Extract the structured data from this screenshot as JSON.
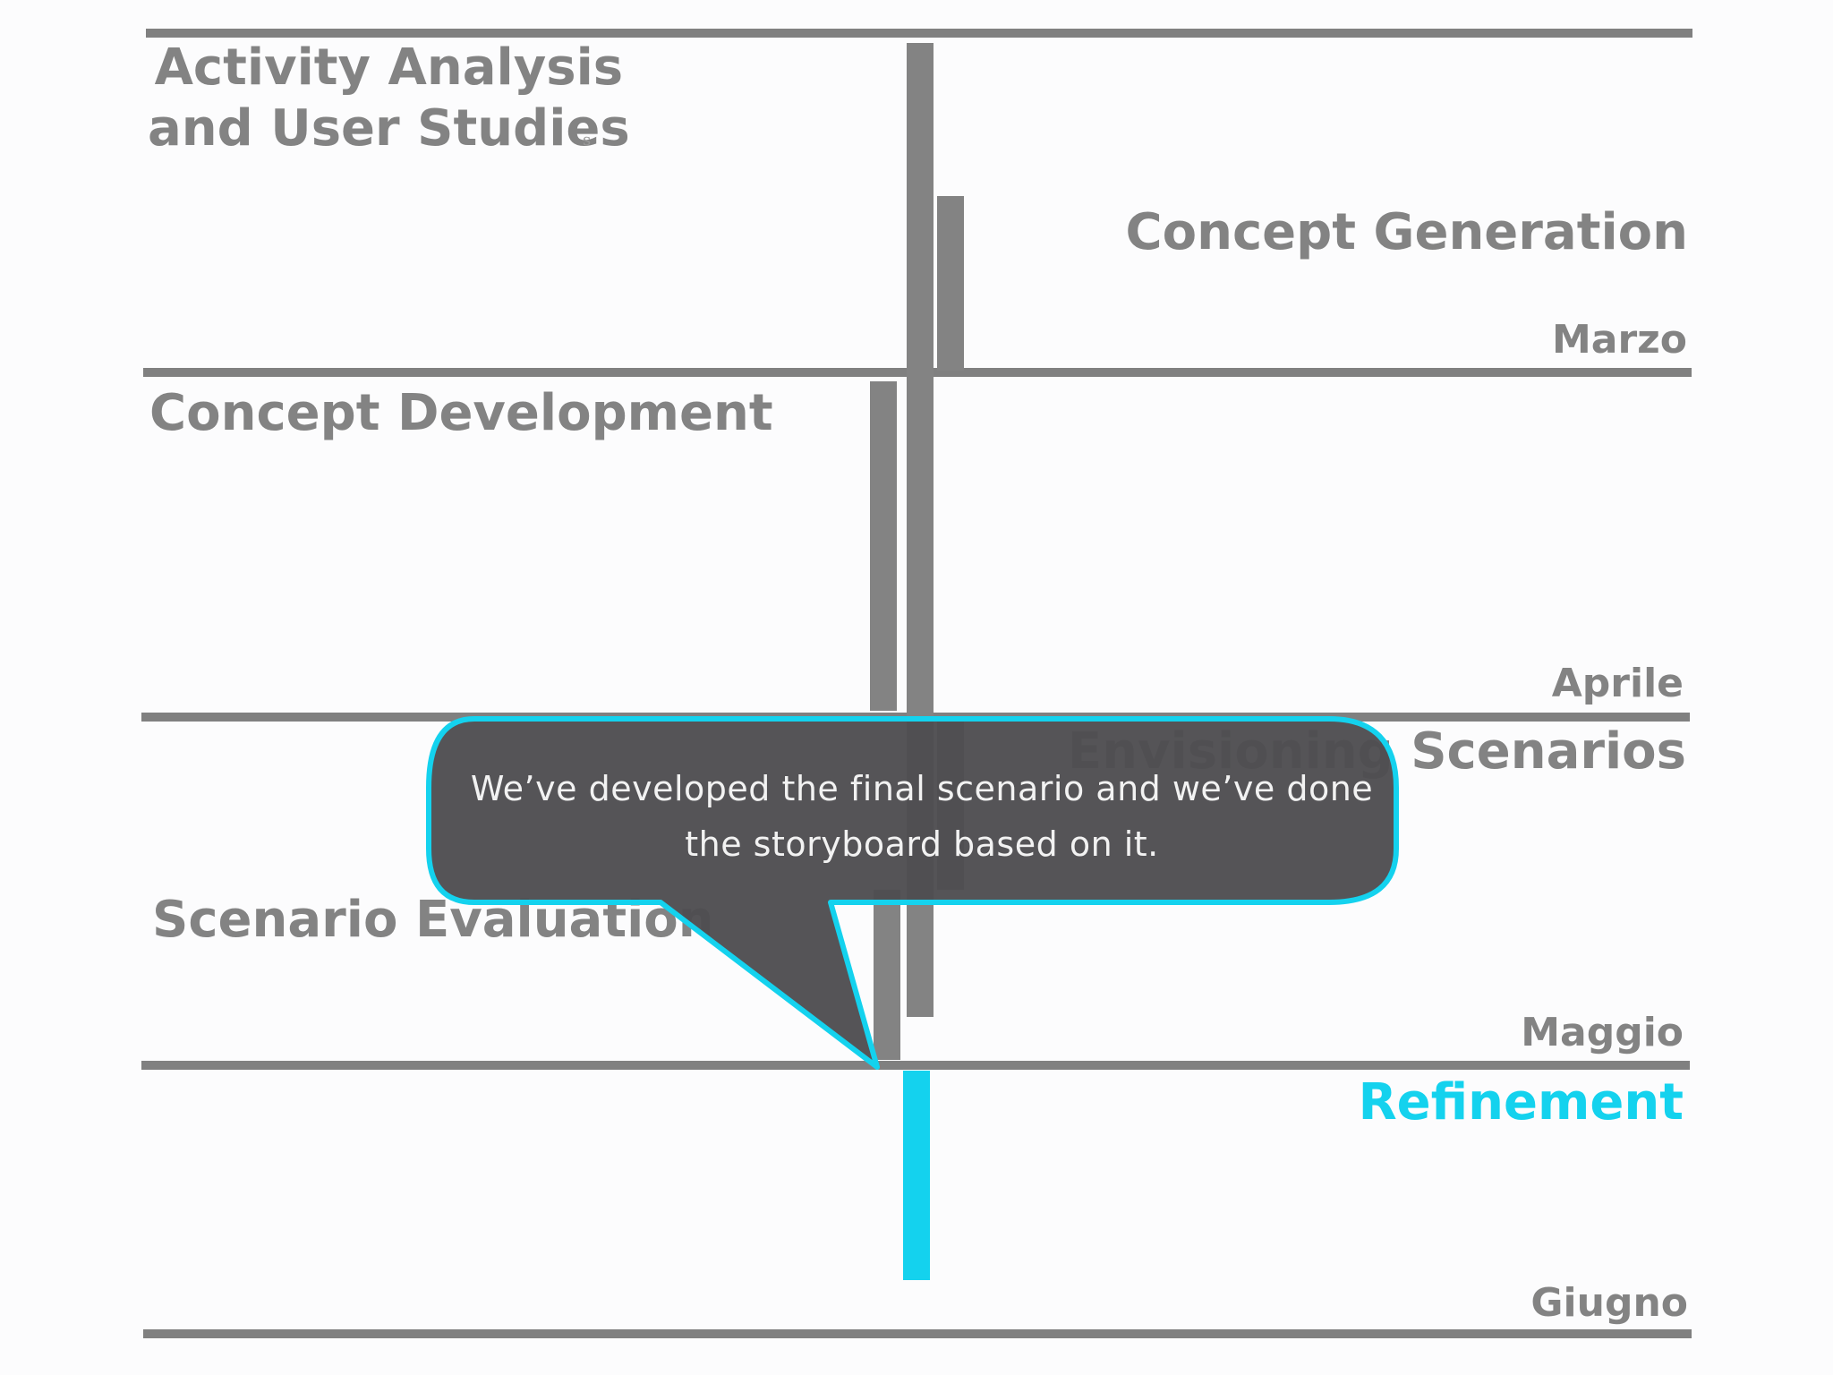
{
  "phases": {
    "activity_analysis": "Activity Analysis\nand User Studies",
    "concept_generation": "Concept Generation",
    "concept_development": "Concept Development",
    "envisioning_scenarios": "Envisioning Scenarios",
    "scenario_evaluation": "Scenario Evaluation",
    "refinement": "Refinement"
  },
  "months": {
    "march": "Marzo",
    "april": "Aprile",
    "may": "Maggio",
    "june": "Giugno"
  },
  "stray_glyph": "s",
  "callout": {
    "text": "We’ve developed the final scenario and we’ve done the storyboard based on it."
  },
  "colors": {
    "gray": "#838383",
    "accent": "#14d2ee",
    "callout_fill": "#4e4d50"
  }
}
